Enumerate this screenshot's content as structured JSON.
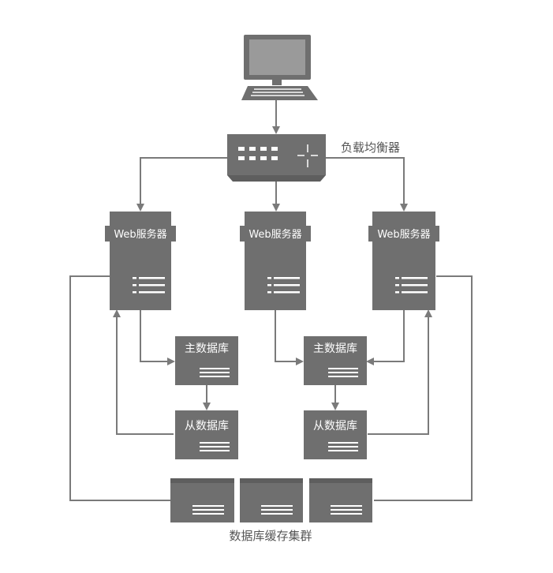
{
  "labels": {
    "load_balancer": "负载均衡器",
    "web1": "Web服务器",
    "web2": "Web服务器",
    "web3": "Web服务器",
    "master1": "主数据库",
    "master2": "主数据库",
    "slave1": "从数据库",
    "slave2": "从数据库",
    "cache": "数据库缓存集群"
  },
  "icons": {
    "client": "computer-icon",
    "load_balancer": "load-balancer-icon",
    "server_list": "list-lines-icon"
  },
  "colors": {
    "box": "#6f6f6f",
    "box_dark": "#5e5e5e",
    "line": "#7a7a7a",
    "text_light": "#ffffff",
    "text_dark": "#555555"
  }
}
